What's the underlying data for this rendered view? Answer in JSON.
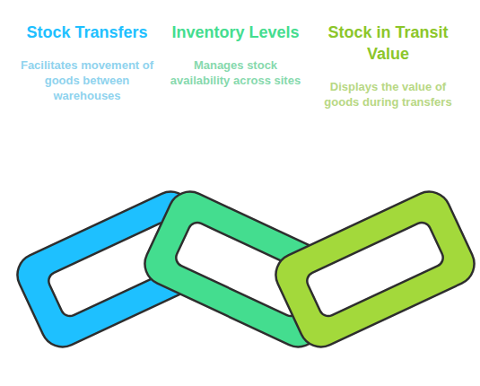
{
  "diagram": {
    "nodes": [
      {
        "text": [
          "Stock Transfers",
          "Facilitates movement of goods between warehouses"
        ]
      },
      {
        "text": [
          "Inventory Levels",
          "Manages stock availability across sites"
        ]
      },
      {
        "text": [
          "Stock in Transit Value",
          "Displays the value of goods during transfers"
        ]
      }
    ]
  }
}
